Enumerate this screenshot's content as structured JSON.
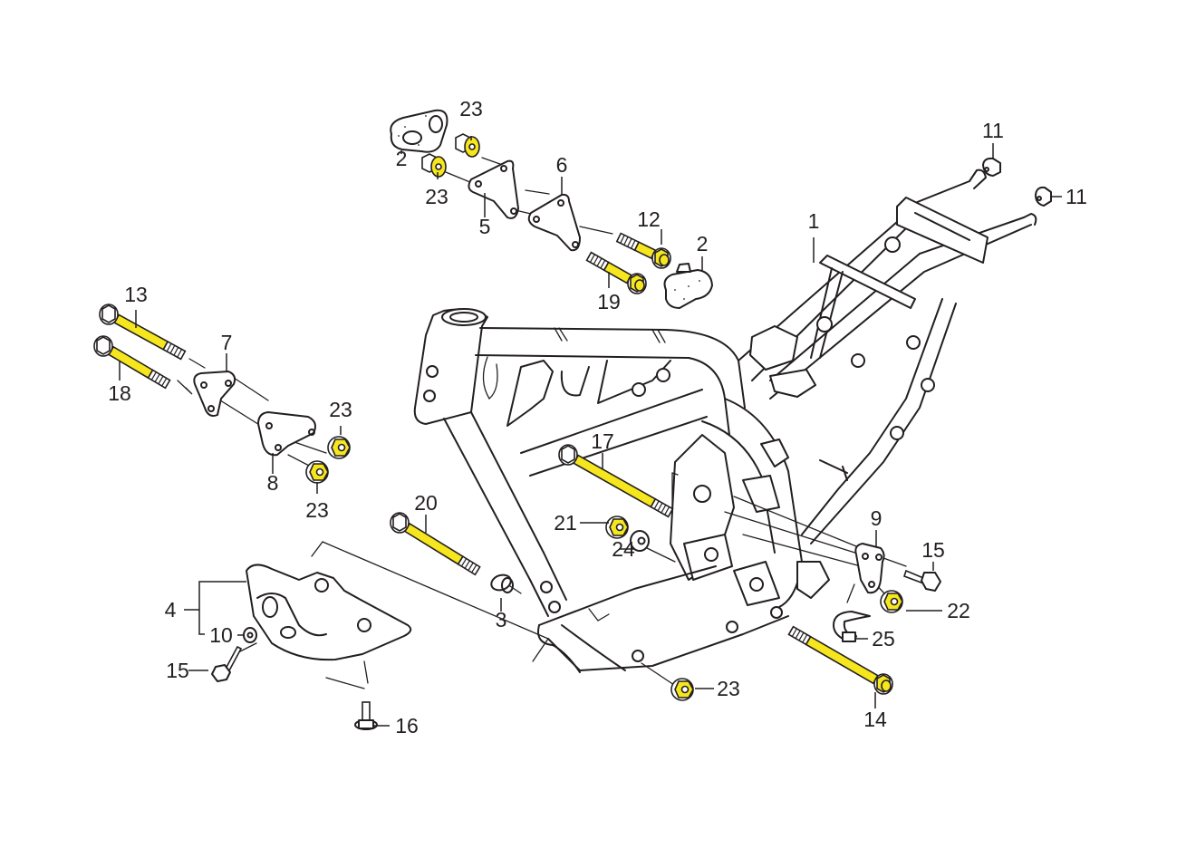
{
  "diagram": {
    "title": "Motorcycle frame body – exploded parts view",
    "highlight_color": "#f5e61e",
    "line_color": "#231f20",
    "background": "#ffffff"
  },
  "callouts": [
    {
      "id": "c1",
      "label": "1",
      "part": "frame-body",
      "highlighted": false
    },
    {
      "id": "c2a",
      "label": "2",
      "part": "rubber-mount",
      "highlighted": false
    },
    {
      "id": "c2b",
      "label": "2",
      "part": "rubber-mount",
      "highlighted": false
    },
    {
      "id": "c3",
      "label": "3",
      "part": "collar",
      "highlighted": false
    },
    {
      "id": "c4",
      "label": "4",
      "part": "engine-guard-assembly",
      "highlighted": false
    },
    {
      "id": "c5",
      "label": "5",
      "part": "engine-hanger-plate",
      "highlighted": false
    },
    {
      "id": "c6",
      "label": "6",
      "part": "engine-hanger-plate",
      "highlighted": false
    },
    {
      "id": "c7",
      "label": "7",
      "part": "engine-hanger-plate",
      "highlighted": false
    },
    {
      "id": "c8",
      "label": "8",
      "part": "engine-hanger-plate",
      "highlighted": false
    },
    {
      "id": "c9",
      "label": "9",
      "part": "engine-hanger-plate",
      "highlighted": false
    },
    {
      "id": "c10",
      "label": "10",
      "part": "rubber-grommet",
      "highlighted": false
    },
    {
      "id": "c11a",
      "label": "11",
      "part": "cap",
      "highlighted": false
    },
    {
      "id": "c11b",
      "label": "11",
      "part": "cap",
      "highlighted": false
    },
    {
      "id": "c12",
      "label": "12",
      "part": "flange-bolt",
      "highlighted": true
    },
    {
      "id": "c13",
      "label": "13",
      "part": "flange-bolt",
      "highlighted": true
    },
    {
      "id": "c14",
      "label": "14",
      "part": "flange-bolt",
      "highlighted": true
    },
    {
      "id": "c15a",
      "label": "15",
      "part": "flange-bolt",
      "highlighted": false
    },
    {
      "id": "c15b",
      "label": "15",
      "part": "flange-bolt",
      "highlighted": false
    },
    {
      "id": "c16",
      "label": "16",
      "part": "screw-washer",
      "highlighted": false
    },
    {
      "id": "c17",
      "label": "17",
      "part": "flange-bolt",
      "highlighted": true
    },
    {
      "id": "c18",
      "label": "18",
      "part": "flange-bolt",
      "highlighted": true
    },
    {
      "id": "c19",
      "label": "19",
      "part": "flange-bolt",
      "highlighted": true
    },
    {
      "id": "c20",
      "label": "20",
      "part": "flange-bolt",
      "highlighted": true
    },
    {
      "id": "c21",
      "label": "21",
      "part": "flange-nut",
      "highlighted": true
    },
    {
      "id": "c22",
      "label": "22",
      "part": "flange-nut",
      "highlighted": true
    },
    {
      "id": "c23a",
      "label": "23",
      "part": "flange-nut",
      "highlighted": true
    },
    {
      "id": "c23b",
      "label": "23",
      "part": "flange-nut",
      "highlighted": true
    },
    {
      "id": "c23c",
      "label": "23",
      "part": "flange-nut",
      "highlighted": true
    },
    {
      "id": "c23d",
      "label": "23",
      "part": "flange-nut",
      "highlighted": true
    },
    {
      "id": "c23e",
      "label": "23",
      "part": "flange-nut",
      "highlighted": true
    },
    {
      "id": "c24",
      "label": "24",
      "part": "washer",
      "highlighted": false
    },
    {
      "id": "c25",
      "label": "25",
      "part": "band",
      "highlighted": false
    }
  ]
}
